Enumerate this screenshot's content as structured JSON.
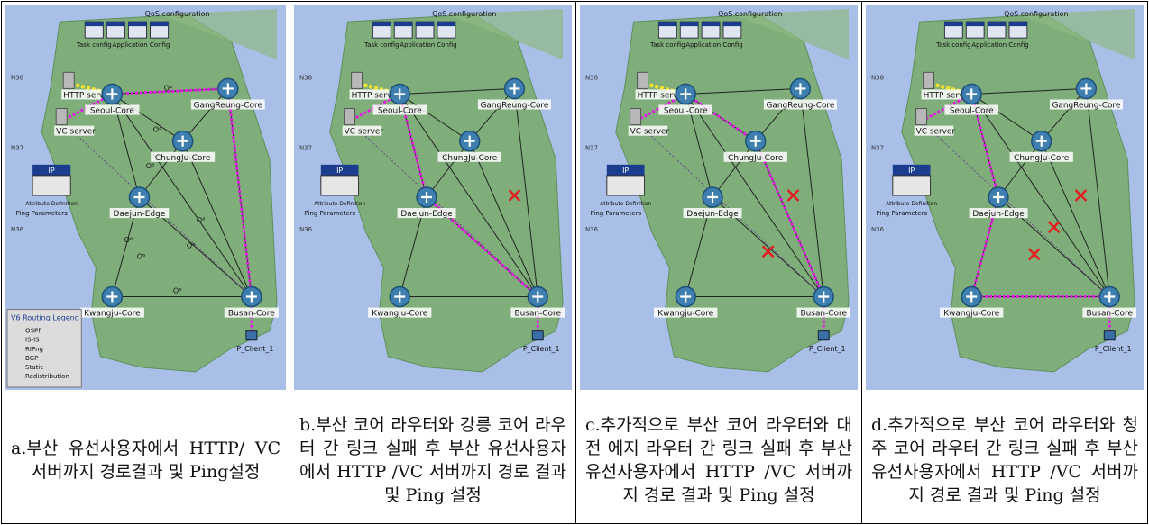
{
  "map_labels": {
    "qos": "QoS configuration",
    "task": "Task config",
    "app": "Application Config",
    "http": "HTTP server",
    "vc": "VC server",
    "seoul": "Seoul-Core",
    "gangreung": "GangReung-Core",
    "chungju": "ChungJu-Core",
    "daejun": "Daejun-Edge",
    "kwangju": "Kwangju-Core",
    "busan": "Busan-Core",
    "client": "P_Client_1",
    "ip": "IP",
    "attr": "Attribute Definition",
    "ping": "Ping Parameters",
    "n38": "N38",
    "n37": "N37",
    "n36": "N36"
  },
  "legend": {
    "title": "V6 Routing Legend",
    "items": [
      "OSPF",
      "IS-IS",
      "RIPng",
      "BGP",
      "Static",
      "Redistribution"
    ]
  },
  "captions": {
    "a": "a.부산 유선사용자에서 HTTP/ VC 서버까지 경로결과 및 Ping설정",
    "b": "b.부산 코어 라우터와 강릉 코어 라우터 간 링크 실패 후 부산 유선사용자에서 HTTP /VC 서버까지 경로 결과 및 Ping 설정",
    "c": "c.추가적으로 부산 코어 라우터와 대전 에지 라우터 간 링크 실패 후 부산 유선사용자에서 HTTP /VC 서버까지 경로 결과 및 Ping 설정",
    "d": "d.추가적으로 부산 코어 라우터와 청주 코어 라우터 간 링크 실패 후 부산 유선사용자에서 HTTP /VC 서버까지 경로 결과 및 Ping 설정"
  },
  "colors": {
    "route": "#e31ee3",
    "failure": "#e02020",
    "land": "#7fae7a",
    "sea": "#a9bfe8",
    "router": "#3f7fb0"
  }
}
